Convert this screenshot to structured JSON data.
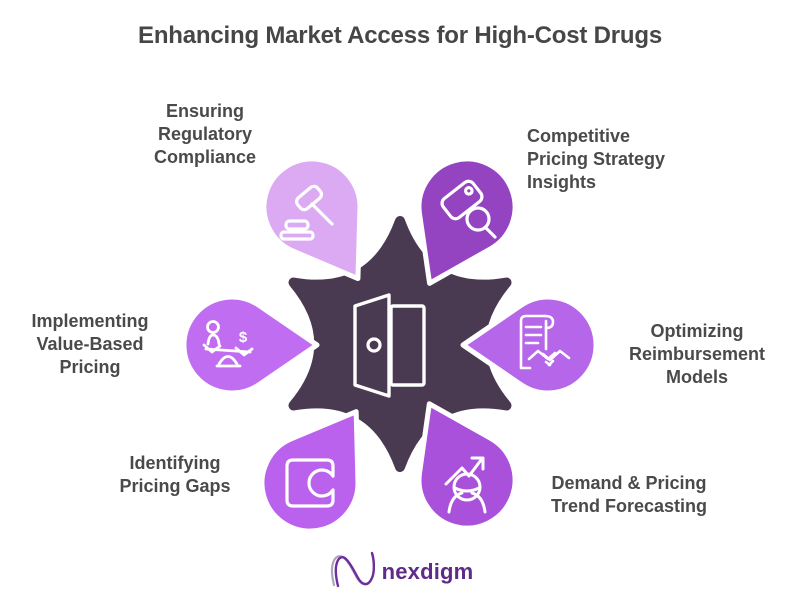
{
  "title": "Enhancing Market Access for High-Cost Drugs",
  "center": {
    "icon": "open-door",
    "shape_color": "#4a3a51"
  },
  "nodes": [
    {
      "label": "Ensuring\nRegulatory\nCompliance",
      "icon": "gavel",
      "color": "#dcaaf2"
    },
    {
      "label": "Competitive\nPricing Strategy\nInsights",
      "icon": "price-tag-magnifier",
      "color": "#9444c1"
    },
    {
      "label": "Implementing\nValue-Based\nPricing",
      "icon": "person-dollar-scale",
      "color": "#c16df1",
      "dollar_symbol": "$"
    },
    {
      "label": "Optimizing\nReimbursement\nModels",
      "icon": "contract-handshake",
      "color": "#b666e9"
    },
    {
      "label": "Identifying\nPricing Gaps",
      "icon": "gap-block",
      "color": "#ba62ee"
    },
    {
      "label": "Demand & Pricing\nTrend Forecasting",
      "icon": "person-trend-arrow",
      "color": "#aa51dc"
    }
  ],
  "colors": {
    "background": "#ffffff",
    "title_text": "#464646",
    "label_text": "#4a4a4a",
    "icon_stroke": "#ffffff",
    "center_shape": "#4a3a51",
    "logo_text_color": "#5e2b8a",
    "logo_mark_light": "#b0a3c0",
    "logo_mark_dark": "#6d2f9e"
  },
  "logo": {
    "text": "nexdigm"
  }
}
